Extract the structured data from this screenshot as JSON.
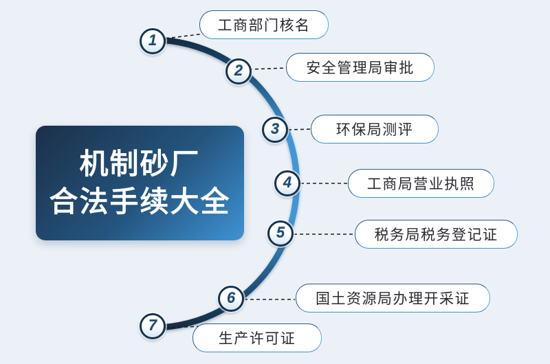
{
  "page": {
    "background_color": "#ecf1f7"
  },
  "title": {
    "line1": "机制砂厂",
    "line2": "合法手续大全",
    "gradient_start": "#1b3049",
    "gradient_end": "#3e93d4",
    "text_color": "#ffffff"
  },
  "arc": {
    "color_dark": "#14314b",
    "color_light": "#3f97d8"
  },
  "steps": [
    {
      "num": "1",
      "label": "工商部门核名"
    },
    {
      "num": "2",
      "label": "安全管理局审批"
    },
    {
      "num": "3",
      "label": "环保局测评"
    },
    {
      "num": "4",
      "label": "工商局营业执照"
    },
    {
      "num": "5",
      "label": "税务局税务登记证"
    },
    {
      "num": "6",
      "label": "国土资源局办理开采证"
    },
    {
      "num": "7",
      "label": "生产许可证"
    }
  ]
}
